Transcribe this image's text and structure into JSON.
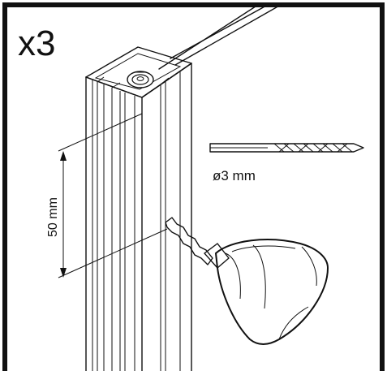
{
  "step": {
    "quantity_label": "x3"
  },
  "drill_bit": {
    "size_label": "ø3 mm"
  },
  "dimension": {
    "label": "50 mm"
  }
}
